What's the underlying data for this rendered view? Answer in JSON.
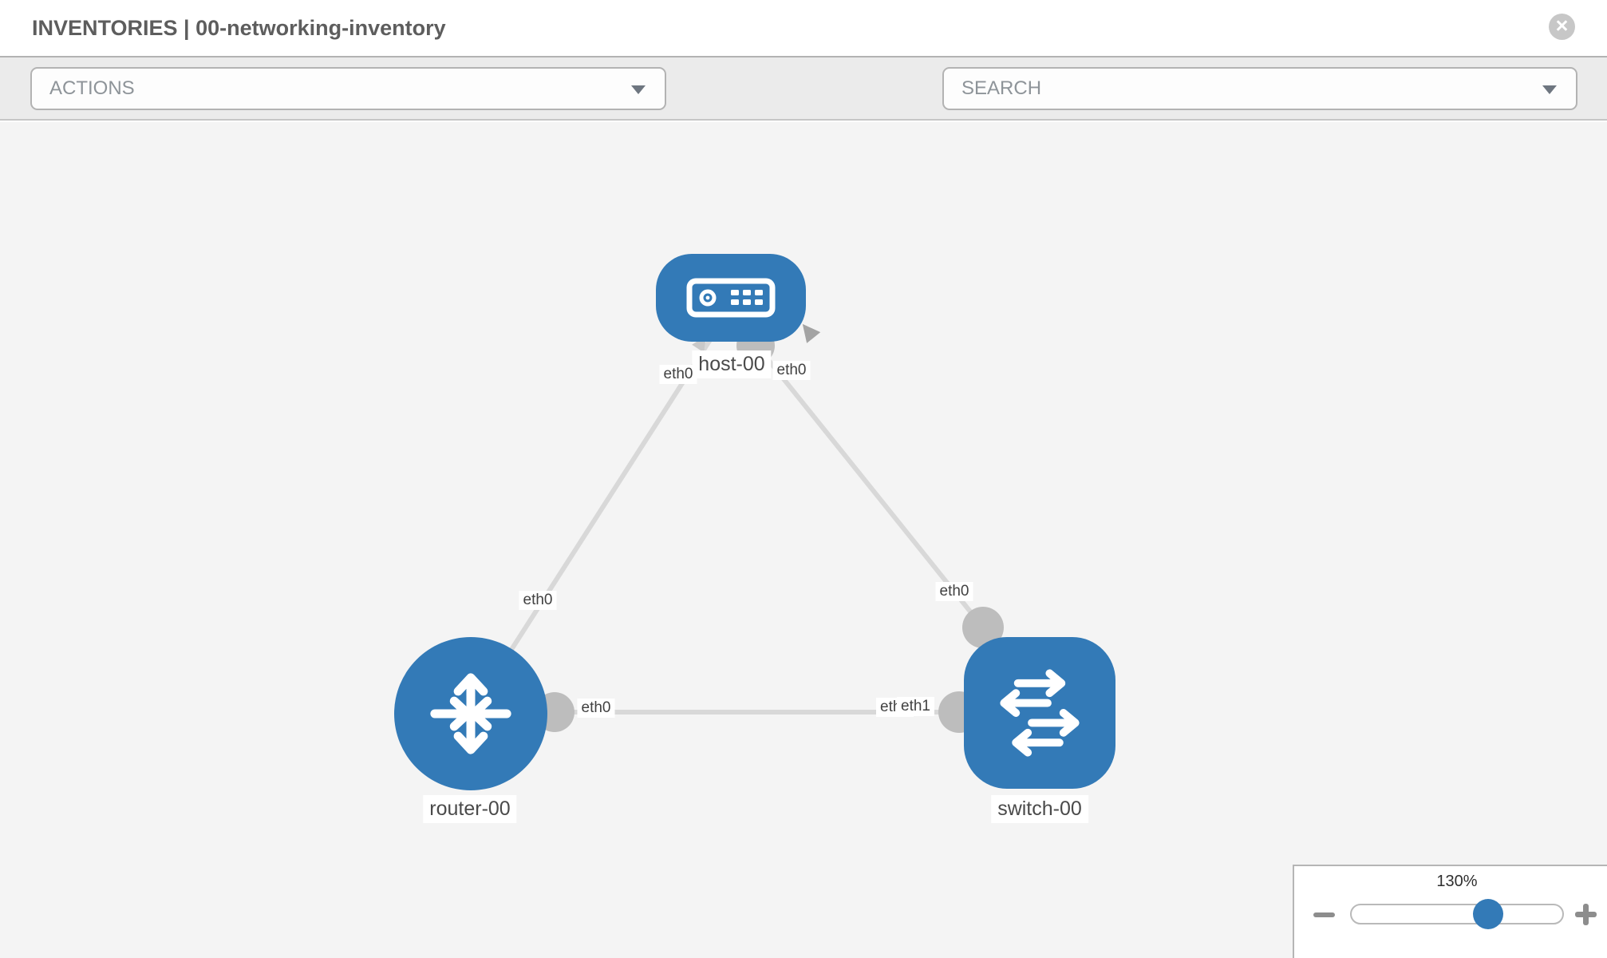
{
  "header": {
    "title": "INVENTORIES | 00-networking-inventory",
    "close_glyph": "×"
  },
  "toolbar": {
    "actions_label": "ACTIONS",
    "search_label": "SEARCH",
    "icons": [
      "wrench-icon",
      "key-icon"
    ]
  },
  "canvas": {
    "nodes": [
      {
        "id": "host-00",
        "type": "host",
        "label": "host-00"
      },
      {
        "id": "router-00",
        "type": "router",
        "label": "router-00"
      },
      {
        "id": "switch-00",
        "type": "switch",
        "label": "switch-00"
      }
    ],
    "links": [
      {
        "from": "router-00",
        "to": "host-00",
        "from_interface": "eth0",
        "to_interface": "eth0"
      },
      {
        "from": "host-00",
        "to": "switch-00",
        "from_interface": "eth0",
        "to_interface": "eth0"
      },
      {
        "from": "router-00",
        "to": "switch-00",
        "from_interface": "eth0",
        "to_interface": "eth1"
      }
    ],
    "interface_labels": {
      "host_left": "eth0",
      "host_right": "eth0",
      "router_to_host": "eth0",
      "router_to_switch": "eth0",
      "switch_to_router_under": "eth0",
      "switch_to_router_over": "eth1",
      "switch_to_host": "eth0"
    }
  },
  "zoom_control": {
    "level": "130%"
  },
  "colors": {
    "node_blue": "#337ab7",
    "link_gray": "#d8d8d8",
    "endpoint_gray": "#bdbdbd",
    "canvas_bg": "#f4f4f4",
    "toolbar_bg": "#ebebeb"
  }
}
